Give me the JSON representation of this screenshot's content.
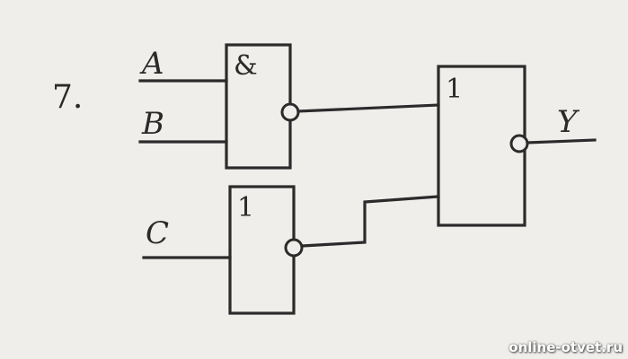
{
  "problem_number": "7.",
  "inputs": {
    "a": "A",
    "b": "B",
    "c": "C"
  },
  "output": "Y",
  "gates": {
    "and_gate": "&",
    "or_gate_c": "1",
    "or_gate_out": "1"
  },
  "watermark": "online-otvet.ru"
}
